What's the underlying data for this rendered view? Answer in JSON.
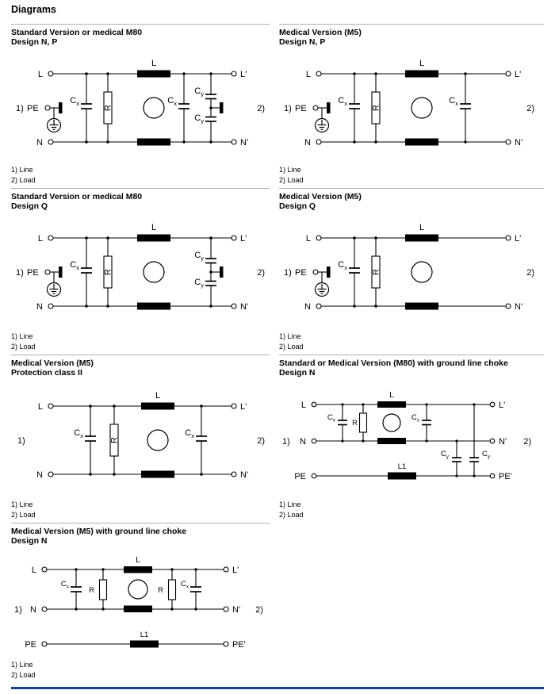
{
  "title": "Diagrams",
  "shared": {
    "footnote_line": "1) Line",
    "footnote_load": "2) Load",
    "terminals": {
      "L": "L",
      "N": "N",
      "PE": "PE",
      "L_out": "L'",
      "N_out": "N'",
      "PE_out": "PE'",
      "note1": "1)",
      "note2": "2)"
    },
    "sym": {
      "C": "C",
      "x": "x",
      "y": "y",
      "R": "R",
      "L": "L",
      "L1": "L1"
    },
    "colors": {
      "footer_rule": "#1c4587",
      "panel_rule": "#b0b0b0",
      "ink": "#000000"
    }
  },
  "panels": [
    {
      "caption1": "Standard Version or medical M80",
      "caption2": "Design N, P"
    },
    {
      "caption1": "Medical Version (M5)",
      "caption2": "Design N, P"
    },
    {
      "caption1": "Standard Version or medical M80",
      "caption2": "Design Q"
    },
    {
      "caption1": "Medical Version (M5)",
      "caption2": "Design Q"
    },
    {
      "caption1": "Medical Version (M5)",
      "caption2": "Protection class II"
    },
    {
      "caption1": "Standard or Medical Version (M80) with ground line choke",
      "caption2": "Design N"
    },
    {
      "caption1": "Medical Version (M5) with ground line choke",
      "caption2": "Design N"
    }
  ]
}
